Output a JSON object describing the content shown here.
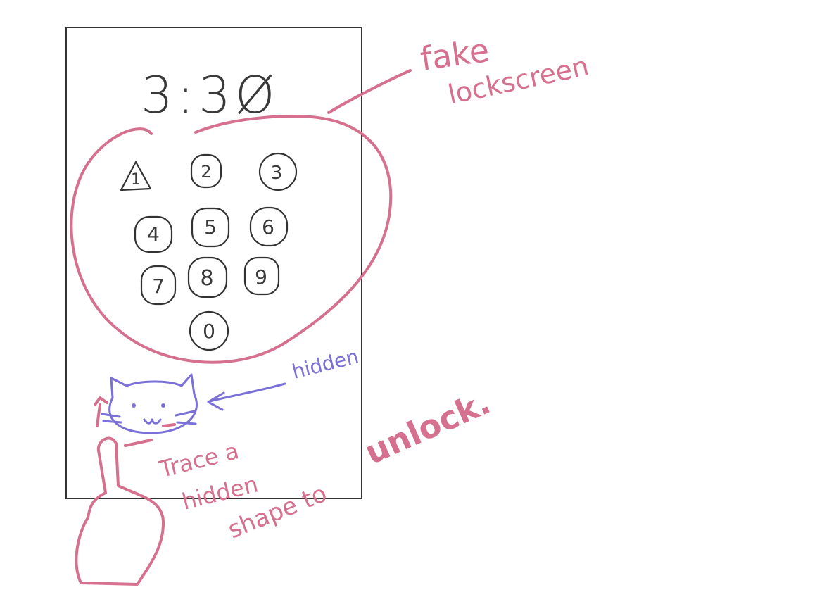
{
  "lockscreen": {
    "time": "3:3Ø"
  },
  "keypad": {
    "keys": [
      "1",
      "2",
      "3",
      "4",
      "5",
      "6",
      "7",
      "8",
      "9",
      "0"
    ]
  },
  "annotations": {
    "title_line1": "fake",
    "title_line2": "lockscreen",
    "hidden_label": "hidden",
    "instruction_line1": "Trace a",
    "instruction_line2": "hidden",
    "instruction_line3": "shape to",
    "instruction_line4": "unlock."
  },
  "colors": {
    "annotation_pink": "#d6708f",
    "annotation_purple": "#7a70d8",
    "ink": "#333333"
  },
  "icons": {
    "cat": "cat-face-icon",
    "finger": "pointing-finger-icon",
    "arrow": "arrow-left-icon"
  }
}
